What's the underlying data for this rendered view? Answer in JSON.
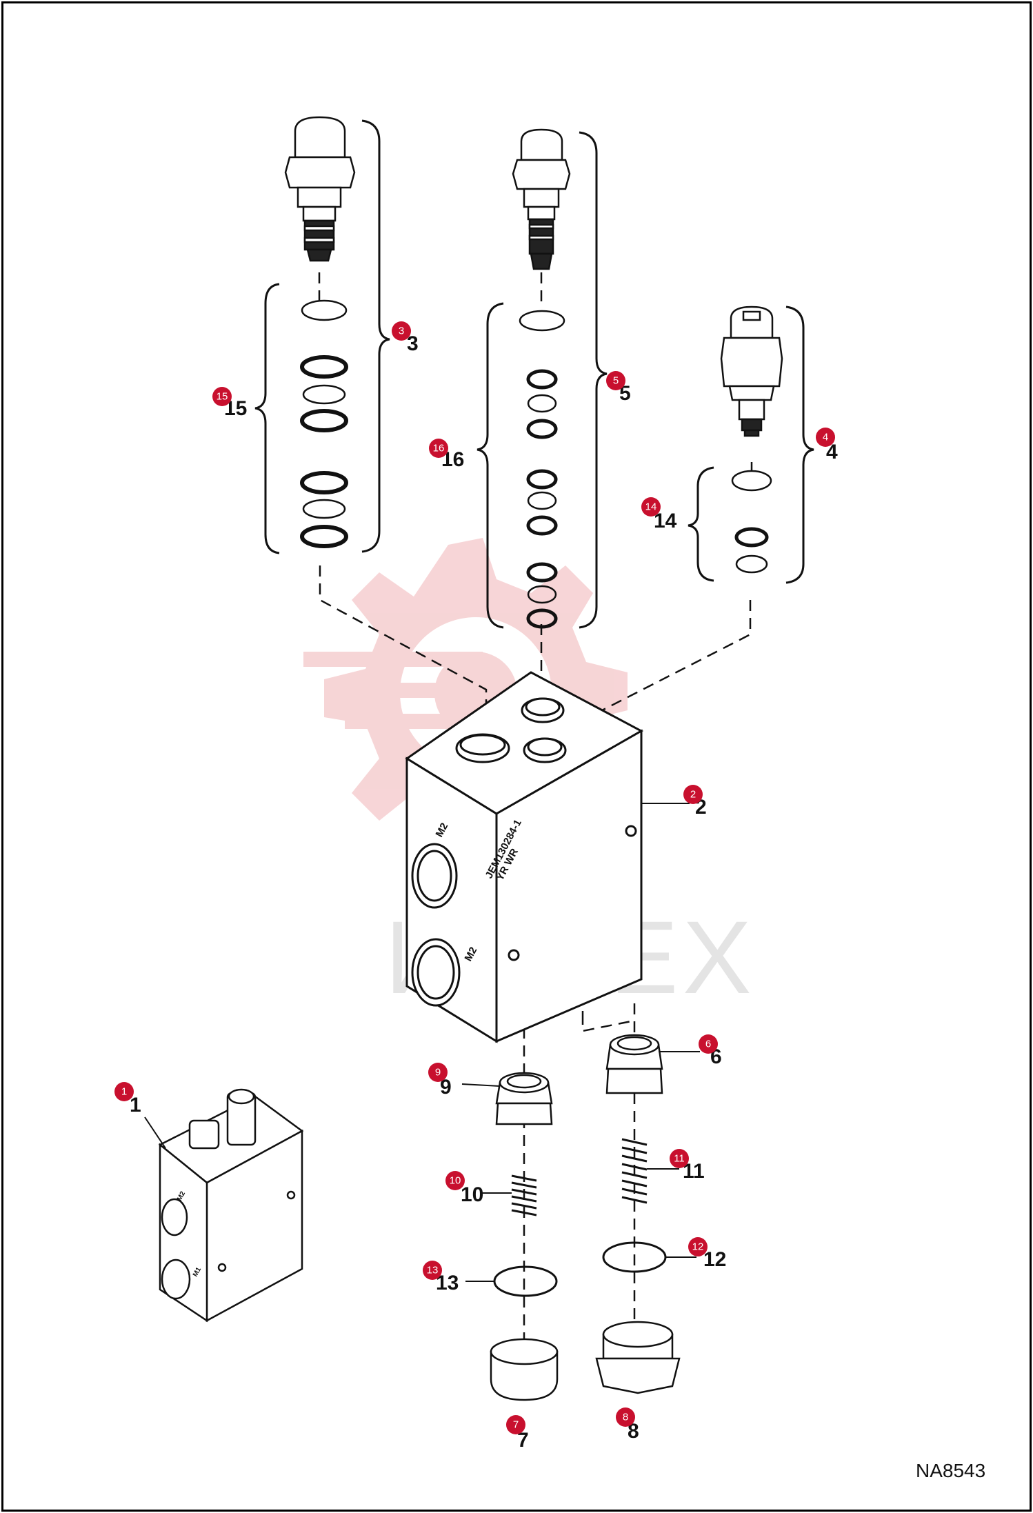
{
  "figure_id": "NA8543",
  "watermark": "ИНТЕХ",
  "colors": {
    "badge": "#c8102e",
    "line": "#111111",
    "watermark_gear": "#f4c7c9"
  },
  "block_markings": {
    "part_no": "JEM130284-1",
    "sub": "YR WR",
    "port_m2": "M2",
    "port_m1": "M2"
  },
  "thumb_markings": {
    "port_top": "M2",
    "port_bottom": "M1"
  },
  "callouts": [
    {
      "id": "1",
      "label": "1"
    },
    {
      "id": "2",
      "label": "2"
    },
    {
      "id": "3",
      "label": "3"
    },
    {
      "id": "4",
      "label": "4"
    },
    {
      "id": "5",
      "label": "5"
    },
    {
      "id": "6",
      "label": "6"
    },
    {
      "id": "7",
      "label": "7"
    },
    {
      "id": "8",
      "label": "8"
    },
    {
      "id": "9",
      "label": "9"
    },
    {
      "id": "10",
      "label": "10"
    },
    {
      "id": "11",
      "label": "11"
    },
    {
      "id": "12",
      "label": "12"
    },
    {
      "id": "13",
      "label": "13"
    },
    {
      "id": "14",
      "label": "14"
    },
    {
      "id": "15",
      "label": "15"
    },
    {
      "id": "16",
      "label": "16"
    }
  ]
}
